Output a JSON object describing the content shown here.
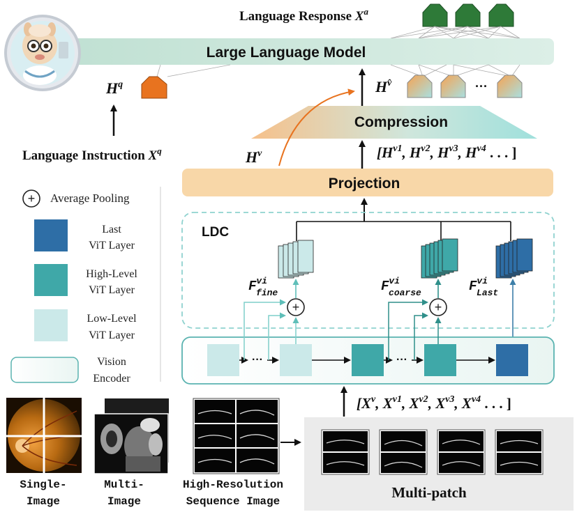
{
  "top": {
    "response_label": "Language Response ",
    "response_var": "X",
    "response_sup": "a",
    "llm_label": "Large Language Model",
    "hq_var": "H",
    "hq_sup": "q",
    "hvhat_var": "H",
    "hvhat_sup": "v̂",
    "ellipsis": "···"
  },
  "instruction": {
    "label": "Language Instruction ",
    "var": "X",
    "sup": "q"
  },
  "compression": {
    "label": "Compression",
    "hv_var": "H",
    "hv_sup": "v",
    "seq": [
      {
        "base": "[H",
        "sup": "v1"
      },
      {
        "base": ", H",
        "sup": "v2"
      },
      {
        "base": ", H",
        "sup": "v3"
      },
      {
        "base": ", H",
        "sup": "v4"
      }
    ],
    "seq_tail": " . . . ]"
  },
  "projection": {
    "label": "Projection"
  },
  "ldc": {
    "label": "LDC",
    "f_fine": {
      "base": "F",
      "sup": "vi",
      "sub": "fine"
    },
    "f_coarse": {
      "base": "F",
      "sup": "vi",
      "sub": "coarse"
    },
    "f_last": {
      "base": "F",
      "sup": "vi",
      "sub": "Last"
    },
    "dots": "···",
    "plus": "+"
  },
  "legend": {
    "pooling_symbol": "+",
    "pooling_label": "Average Pooling",
    "last": [
      "Last",
      "ViT Layer"
    ],
    "high": [
      "High-Level",
      "ViT Layer"
    ],
    "low": [
      "Low-Level",
      "ViT Layer"
    ],
    "encoder": [
      "Vision",
      "Encoder"
    ]
  },
  "input_seq": {
    "items": [
      {
        "base": "[X",
        "sup": "v"
      },
      {
        "base": ", X",
        "sup": "v1"
      },
      {
        "base": ", X",
        "sup": "v2"
      },
      {
        "base": ", X",
        "sup": "v3"
      },
      {
        "base": ", X",
        "sup": "v4"
      }
    ],
    "tail": " . . . ]"
  },
  "images": {
    "single": [
      "Single-",
      "Image"
    ],
    "multi": [
      "Multi-",
      "Image"
    ],
    "highres": [
      "High-Resolution",
      "Sequence Image"
    ],
    "multipatch": "Multi-patch"
  },
  "colors": {
    "last_layer": "#2e6ea6",
    "high_layer": "#3fa8a8",
    "low_layer": "#cbe9e9",
    "llm_band": "#cfe6dc",
    "projection": "#f8d7a8",
    "hq_token": "#e8731f",
    "response_token": "#2e7a38",
    "encoder_border": "#5ab3b0"
  }
}
